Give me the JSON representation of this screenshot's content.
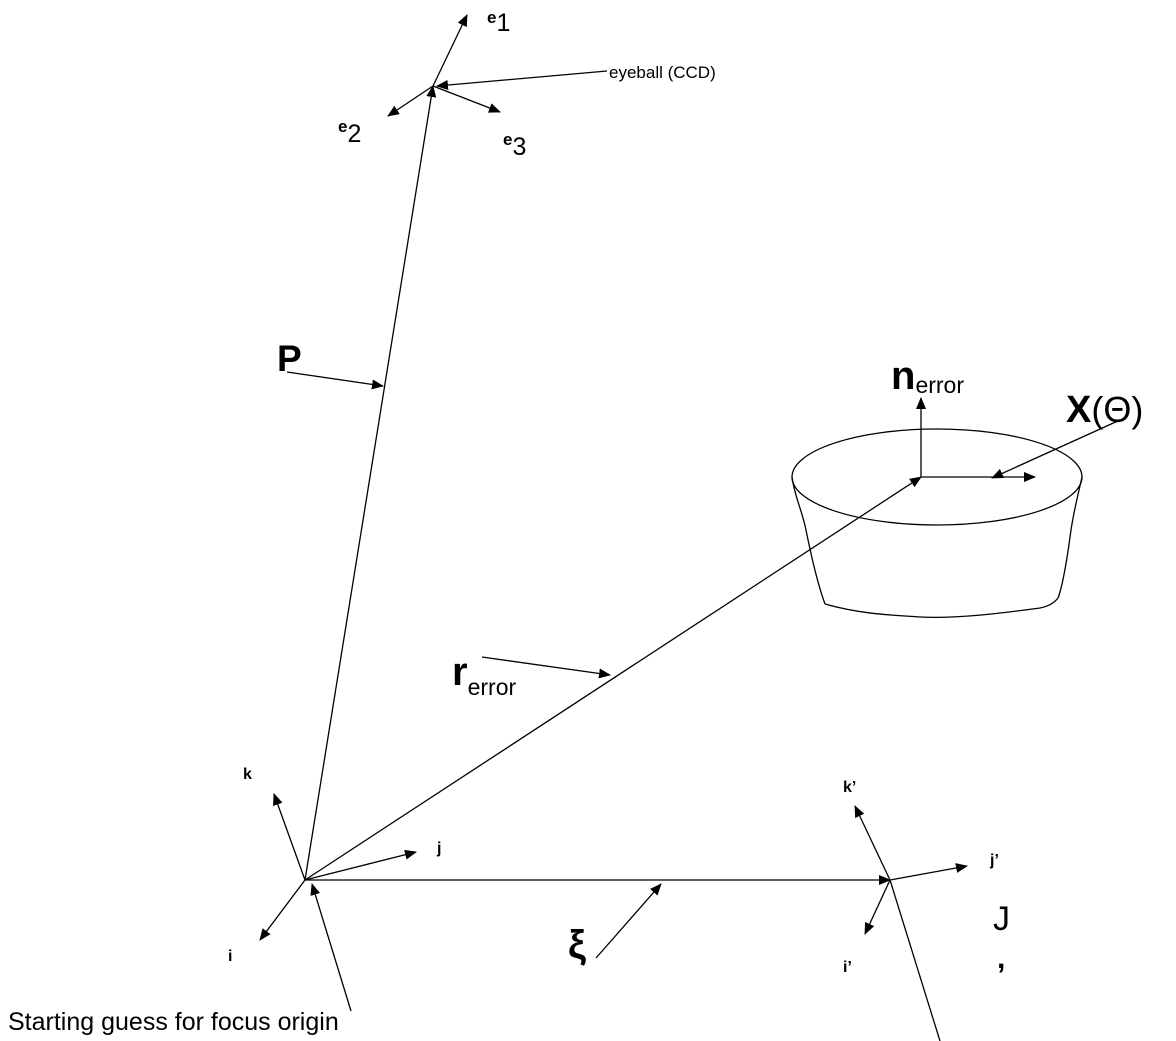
{
  "labels": {
    "e1": {
      "main": "e",
      "sub": "1"
    },
    "e2": {
      "main": "e",
      "sub": "2"
    },
    "e3": {
      "main": "e",
      "sub": "3"
    },
    "eyeball": "eyeball (CCD)",
    "P": "P",
    "n_error": {
      "main": "n",
      "sub": "error"
    },
    "X_theta": {
      "main": "X",
      "rest": "(Θ)"
    },
    "r_error": {
      "main": "r",
      "sub": "error"
    },
    "k": "k",
    "j": "j",
    "i": "i",
    "k_prime": "k’",
    "j_prime": "j’",
    "i_prime": "i’",
    "xi": "ξ",
    "J": "J",
    "J_comma": ",",
    "starting_guess": "Starting guess for focus origin"
  }
}
